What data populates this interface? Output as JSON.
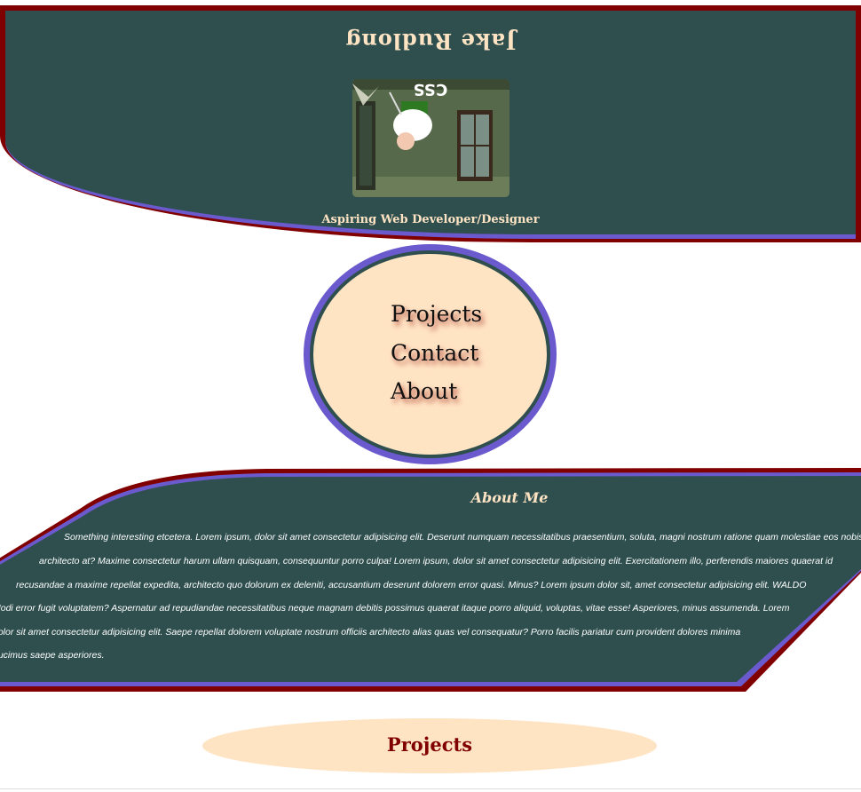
{
  "header": {
    "title": "Jake Rudlong",
    "hero_text": "CSS",
    "subtitle": "Aspiring Web Developer/Designer"
  },
  "nav": {
    "items": [
      {
        "label": "Projects"
      },
      {
        "label": "Contact"
      },
      {
        "label": "About"
      }
    ]
  },
  "about": {
    "title": "About Me",
    "lines": [
      "Something interesting etcetera. Lorem ipsum, dolor sit amet consectetur adipisicing elit. Deserunt numquam necessitatibus praesentium, soluta, magni nostrum ratione quam molestiae eos nobis",
      "architecto at? Maxime consectetur harum ullam quisquam, consequuntur porro culpa! Lorem ipsum, dolor sit amet consectetur adipisicing elit. Exercitationem illo, perferendis maiores quaerat id",
      "recusandae a maxime repellat expedita, architecto quo dolorum ex deleniti, accusantium deserunt dolorem error quasi. Minus? Lorem ipsum dolor sit, amet consectetur adipisicing elit. WALDO",
      "Modi error fugit voluptatem? Aspernatur ad repudiandae necessitatibus neque magnam debitis possimus quaerat itaque porro aliquid, voluptas, vitae esse! Asperiores, minus assumenda. Lorem",
      "dolor sit amet consectetur adipisicing elit. Saepe repellat dolorem voluptate nostrum officiis architecto alias quas vel consequatur? Porro facilis pariatur cum provident dolores minima",
      "ducimus saepe asperiores."
    ]
  },
  "projects": {
    "title": "Projects"
  },
  "colors": {
    "panel": "#2f4f4f",
    "border_maroon": "#800000",
    "border_purple": "#6a5acd",
    "accent_bisque": "#ffe4c4"
  }
}
